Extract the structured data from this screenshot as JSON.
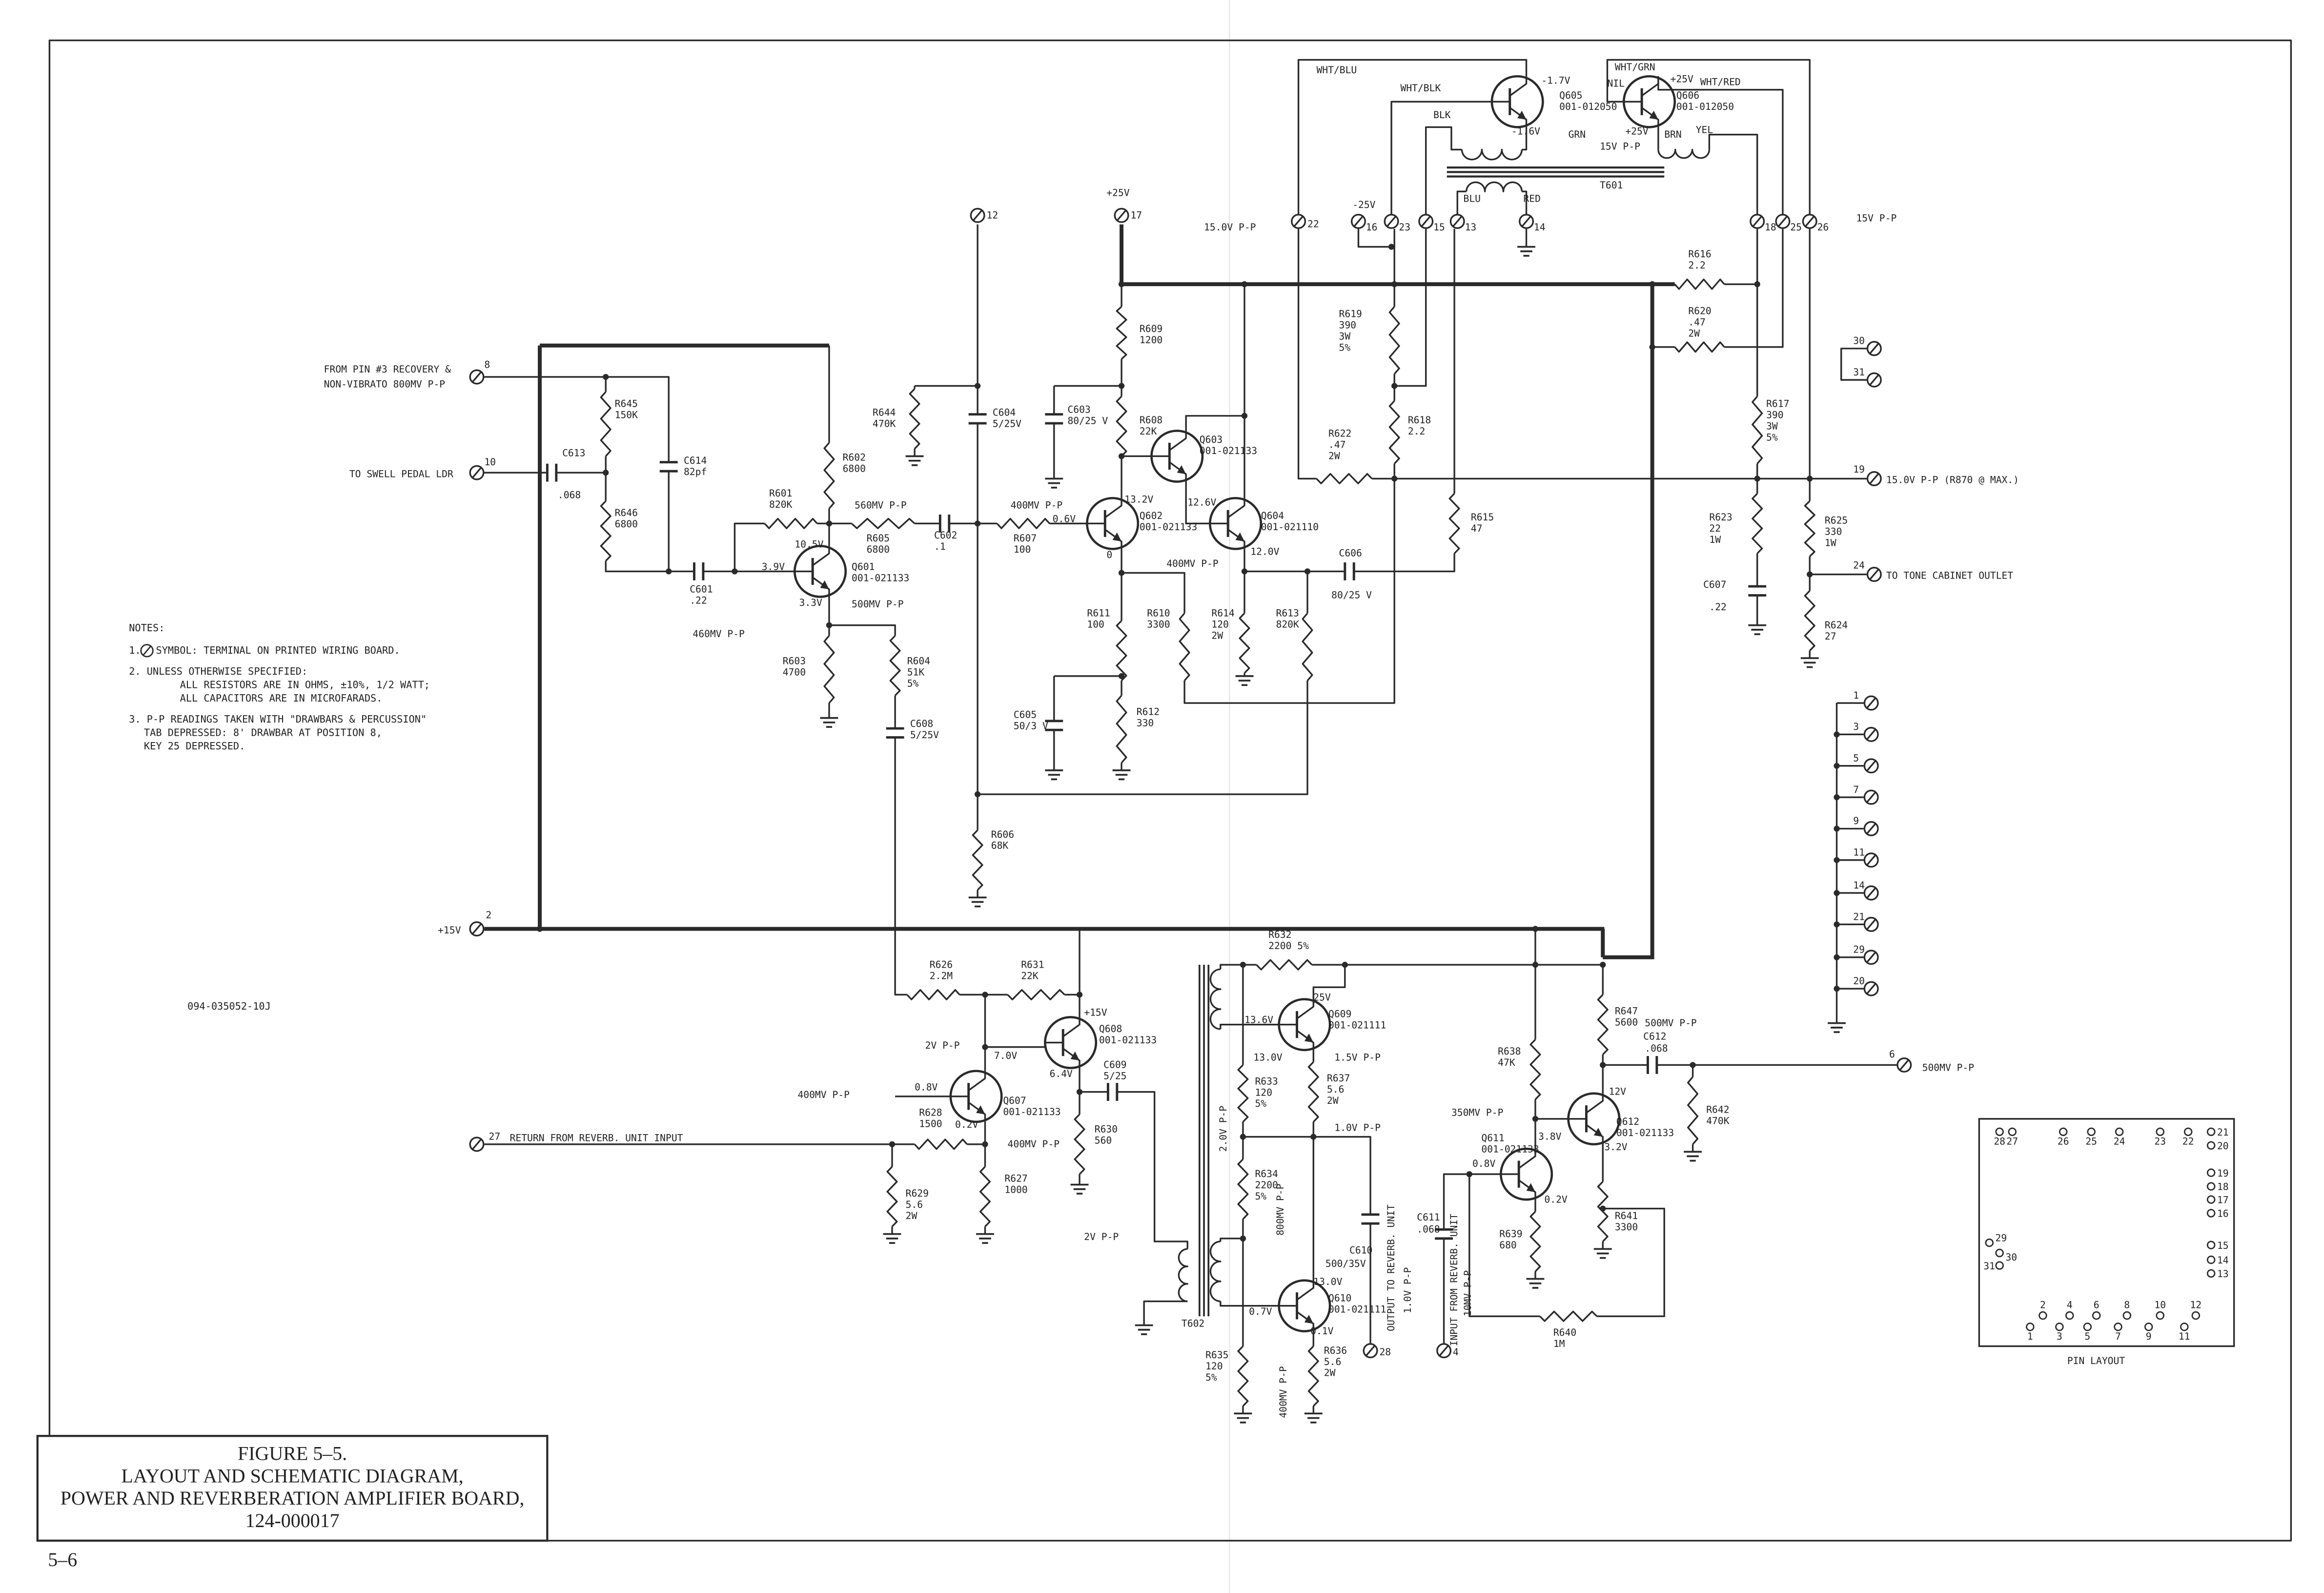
{
  "colors": {
    "ink": "#2a2a2a",
    "paper": "#ffffff"
  },
  "page": {
    "page_number": "5–6",
    "drawing_number": "094-035052-10J"
  },
  "caption": {
    "lines": [
      "FIGURE 5–5.",
      "LAYOUT AND SCHEMATIC DIAGRAM,",
      "POWER AND REVERBERATION AMPLIFIER BOARD,",
      "124-000017"
    ]
  },
  "notes": {
    "heading": "NOTES:",
    "note1_prefix": "1.",
    "note1_text": "SYMBOL:  TERMINAL ON PRINTED WIRING BOARD.",
    "note2": [
      "2. UNLESS OTHERWISE SPECIFIED:",
      "ALL RESISTORS ARE IN OHMS, ±10%, 1/2 WATT;",
      "ALL CAPACITORS ARE IN MICROFARADS."
    ],
    "note3": [
      "3. P-P READINGS TAKEN WITH \"DRAWBARS & PERCUSSION\"",
      "TAB DEPRESSED: 8' DRAWBAR AT POSITION 8,",
      "KEY  25 DEPRESSED."
    ]
  },
  "components": [
    {
      "ref": "R601",
      "type": "resistor",
      "values": [
        "820K"
      ]
    },
    {
      "ref": "R602",
      "type": "resistor",
      "values": [
        "6800"
      ]
    },
    {
      "ref": "R603",
      "type": "resistor",
      "values": [
        "4700"
      ]
    },
    {
      "ref": "R604",
      "type": "resistor",
      "values": [
        "51K",
        "5%"
      ]
    },
    {
      "ref": "R605",
      "type": "resistor",
      "values": [
        "6800"
      ]
    },
    {
      "ref": "R606",
      "type": "resistor",
      "values": [
        "68K"
      ]
    },
    {
      "ref": "R607",
      "type": "resistor",
      "values": [
        "100"
      ]
    },
    {
      "ref": "R608",
      "type": "resistor",
      "values": [
        "22K"
      ]
    },
    {
      "ref": "R609",
      "type": "resistor",
      "values": [
        "1200"
      ]
    },
    {
      "ref": "R610",
      "type": "resistor",
      "values": [
        "3300"
      ]
    },
    {
      "ref": "R611",
      "type": "resistor",
      "values": [
        "100"
      ]
    },
    {
      "ref": "R612",
      "type": "resistor",
      "values": [
        "330"
      ]
    },
    {
      "ref": "R613",
      "type": "resistor",
      "values": [
        "820K"
      ]
    },
    {
      "ref": "R614",
      "type": "resistor",
      "values": [
        "120",
        "2W"
      ]
    },
    {
      "ref": "R615",
      "type": "resistor",
      "values": [
        "47"
      ]
    },
    {
      "ref": "R616",
      "type": "resistor",
      "values": [
        "2.2"
      ]
    },
    {
      "ref": "R617",
      "type": "resistor",
      "values": [
        "390",
        "3W",
        "5%"
      ]
    },
    {
      "ref": "R618",
      "type": "resistor",
      "values": [
        "2.2"
      ]
    },
    {
      "ref": "R619",
      "type": "resistor",
      "values": [
        "390",
        "3W",
        "5%"
      ]
    },
    {
      "ref": "R620",
      "type": "resistor",
      "values": [
        ".47",
        "2W"
      ]
    },
    {
      "ref": "R622",
      "type": "resistor",
      "values": [
        ".47",
        "2W"
      ]
    },
    {
      "ref": "R623",
      "type": "resistor",
      "values": [
        "22",
        "1W"
      ]
    },
    {
      "ref": "R624",
      "type": "resistor",
      "values": [
        "27"
      ]
    },
    {
      "ref": "R625",
      "type": "resistor",
      "values": [
        "330",
        "1W"
      ]
    },
    {
      "ref": "R626",
      "type": "resistor",
      "values": [
        "2.2M"
      ]
    },
    {
      "ref": "R627",
      "type": "resistor",
      "values": [
        "1000"
      ]
    },
    {
      "ref": "R628",
      "type": "resistor",
      "values": [
        "1500"
      ]
    },
    {
      "ref": "R629",
      "type": "resistor",
      "values": [
        "5.6",
        "2W"
      ]
    },
    {
      "ref": "R630",
      "type": "resistor",
      "values": [
        "560"
      ]
    },
    {
      "ref": "R631",
      "type": "resistor",
      "values": [
        "22K"
      ]
    },
    {
      "ref": "R632",
      "type": "resistor",
      "values": [
        "2200  5%"
      ]
    },
    {
      "ref": "R633",
      "type": "resistor",
      "values": [
        "120",
        "5%"
      ]
    },
    {
      "ref": "R634",
      "type": "resistor",
      "values": [
        "2200",
        "5%"
      ]
    },
    {
      "ref": "R635",
      "type": "resistor",
      "values": [
        "120",
        "5%"
      ]
    },
    {
      "ref": "R636",
      "type": "resistor",
      "values": [
        "5.6",
        "2W"
      ]
    },
    {
      "ref": "R637",
      "type": "resistor",
      "values": [
        "5.6",
        "2W"
      ]
    },
    {
      "ref": "R638",
      "type": "resistor",
      "values": [
        "47K"
      ]
    },
    {
      "ref": "R639",
      "type": "resistor",
      "values": [
        "680"
      ]
    },
    {
      "ref": "R640",
      "type": "resistor",
      "values": [
        "1M"
      ]
    },
    {
      "ref": "R641",
      "type": "resistor",
      "values": [
        "3300"
      ]
    },
    {
      "ref": "R642",
      "type": "resistor",
      "values": [
        "470K"
      ]
    },
    {
      "ref": "R644",
      "type": "resistor",
      "values": [
        "470K"
      ]
    },
    {
      "ref": "R645",
      "type": "resistor",
      "values": [
        "150K"
      ]
    },
    {
      "ref": "R646",
      "type": "resistor",
      "values": [
        "6800"
      ]
    },
    {
      "ref": "R647",
      "type": "resistor",
      "values": [
        "5600"
      ]
    },
    {
      "ref": "C601",
      "type": "capacitor",
      "values": [
        ".22"
      ]
    },
    {
      "ref": "C602",
      "type": "capacitor",
      "values": [
        ".1"
      ]
    },
    {
      "ref": "C603",
      "type": "capacitor",
      "values": [
        "80/25 V"
      ]
    },
    {
      "ref": "C604",
      "type": "capacitor",
      "values": [
        "5/25V"
      ]
    },
    {
      "ref": "C605",
      "type": "capacitor",
      "values": [
        "50/3 V"
      ]
    },
    {
      "ref": "C606",
      "type": "capacitor",
      "values": [
        "80/25 V"
      ]
    },
    {
      "ref": "C607",
      "type": "capacitor",
      "values": [
        ".22"
      ]
    },
    {
      "ref": "C608",
      "type": "capacitor",
      "values": [
        "5/25V"
      ]
    },
    {
      "ref": "C609",
      "type": "capacitor",
      "values": [
        "5/25"
      ]
    },
    {
      "ref": "C610",
      "type": "capacitor",
      "values": [
        "500/35V"
      ]
    },
    {
      "ref": "C611",
      "type": "capacitor",
      "values": [
        ".068"
      ]
    },
    {
      "ref": "C612",
      "type": "capacitor",
      "values": [
        ".068"
      ]
    },
    {
      "ref": "C613",
      "type": "capacitor",
      "values": [
        ".068"
      ]
    },
    {
      "ref": "C614",
      "type": "capacitor",
      "values": [
        "82pf"
      ]
    },
    {
      "ref": "Q601",
      "type": "transistor",
      "values": [
        "001-021133"
      ]
    },
    {
      "ref": "Q602",
      "type": "transistor",
      "values": [
        "001-021133"
      ]
    },
    {
      "ref": "Q603",
      "type": "transistor",
      "values": [
        "001-021133"
      ]
    },
    {
      "ref": "Q604",
      "type": "transistor",
      "values": [
        "001-021110"
      ]
    },
    {
      "ref": "Q605",
      "type": "transistor",
      "values": [
        "001-012050"
      ]
    },
    {
      "ref": "Q606",
      "type": "transistor",
      "values": [
        "001-012050"
      ]
    },
    {
      "ref": "Q607",
      "type": "transistor",
      "values": [
        "001-021133"
      ]
    },
    {
      "ref": "Q608",
      "type": "transistor",
      "values": [
        "001-021133"
      ]
    },
    {
      "ref": "Q609",
      "type": "transistor",
      "values": [
        "001-021111"
      ]
    },
    {
      "ref": "Q610",
      "type": "transistor",
      "values": [
        "001-021111"
      ]
    },
    {
      "ref": "Q611",
      "type": "transistor",
      "values": [
        "001-021133"
      ]
    },
    {
      "ref": "Q612",
      "type": "transistor",
      "values": [
        "001-021133"
      ]
    }
  ],
  "transformers": [
    "T601",
    "T602"
  ],
  "terminals": [
    "8",
    "10",
    "12",
    "17",
    "22",
    "16",
    "23",
    "15",
    "13",
    "14",
    "18",
    "25",
    "26",
    "30",
    "31",
    "19",
    "24",
    "2",
    "27",
    "6",
    "28",
    "4",
    "1",
    "3",
    "5",
    "7",
    "9",
    "11",
    "14",
    "21",
    "29",
    "20"
  ],
  "annotations": [
    "FROM PIN #3 RECOVERY &",
    "NON-VIBRATO 800MV P-P",
    "TO SWELL PEDAL LDR",
    "560MV P-P",
    "10.5V",
    "3.9V",
    "3.3V",
    "500MV P-P",
    "460MV P-P",
    "400MV P-P",
    "0.6V",
    "13.2V",
    "12.6V",
    "0",
    "400MV P-P",
    "12.0V",
    "15.0V P-P",
    "-25V",
    "+25V",
    "WHT/BLU",
    "WHT/BLK",
    "-1.7V",
    "BLK",
    "-1.6V",
    "GRN",
    "15V P-P",
    "BLU",
    "RED",
    "WHT/GRN",
    "NIL",
    "+25V",
    "WHT/RED",
    "+25V",
    "BRN",
    "YEL",
    "15V P-P",
    "15.0V P-P (R870 @ MAX.)",
    "TO TONE CABINET OUTLET",
    "+15V",
    "+15V",
    "2V P-P",
    "7.0V",
    "6.4V",
    "0.8V",
    "400MV P-P",
    "0.2V",
    "400MV P-P",
    "RETURN FROM REVERB. UNIT INPUT",
    "2V P-P",
    "25V",
    "13.6V",
    "13.0V",
    "1.5V P-P",
    "1.0V P-P",
    "2.0V P-P",
    "800MV P-P",
    "0.7V",
    "13.0V",
    "0.1V",
    "400MV P-P",
    "OUTPUT TO REVERB. UNIT",
    "1.0V P-P",
    "INPUT FROM REVERB. UNIT",
    "10MV P-P",
    "350MV P-P",
    "3.8V",
    "0.8V",
    "0.2V",
    "12V",
    "3.2V",
    "500MV P-P",
    "500MV P-P"
  ],
  "pin_layout": {
    "title": "PIN LAYOUT",
    "pins": [
      "28",
      "27",
      "26",
      "25",
      "24",
      "23",
      "22",
      "21",
      "20",
      "19",
      "18",
      "17",
      "16",
      "15",
      "14",
      "13",
      "29",
      "30",
      "31",
      "2",
      "4",
      "6",
      "8",
      "10",
      "12",
      "1",
      "3",
      "5",
      "7",
      "9",
      "11"
    ]
  }
}
